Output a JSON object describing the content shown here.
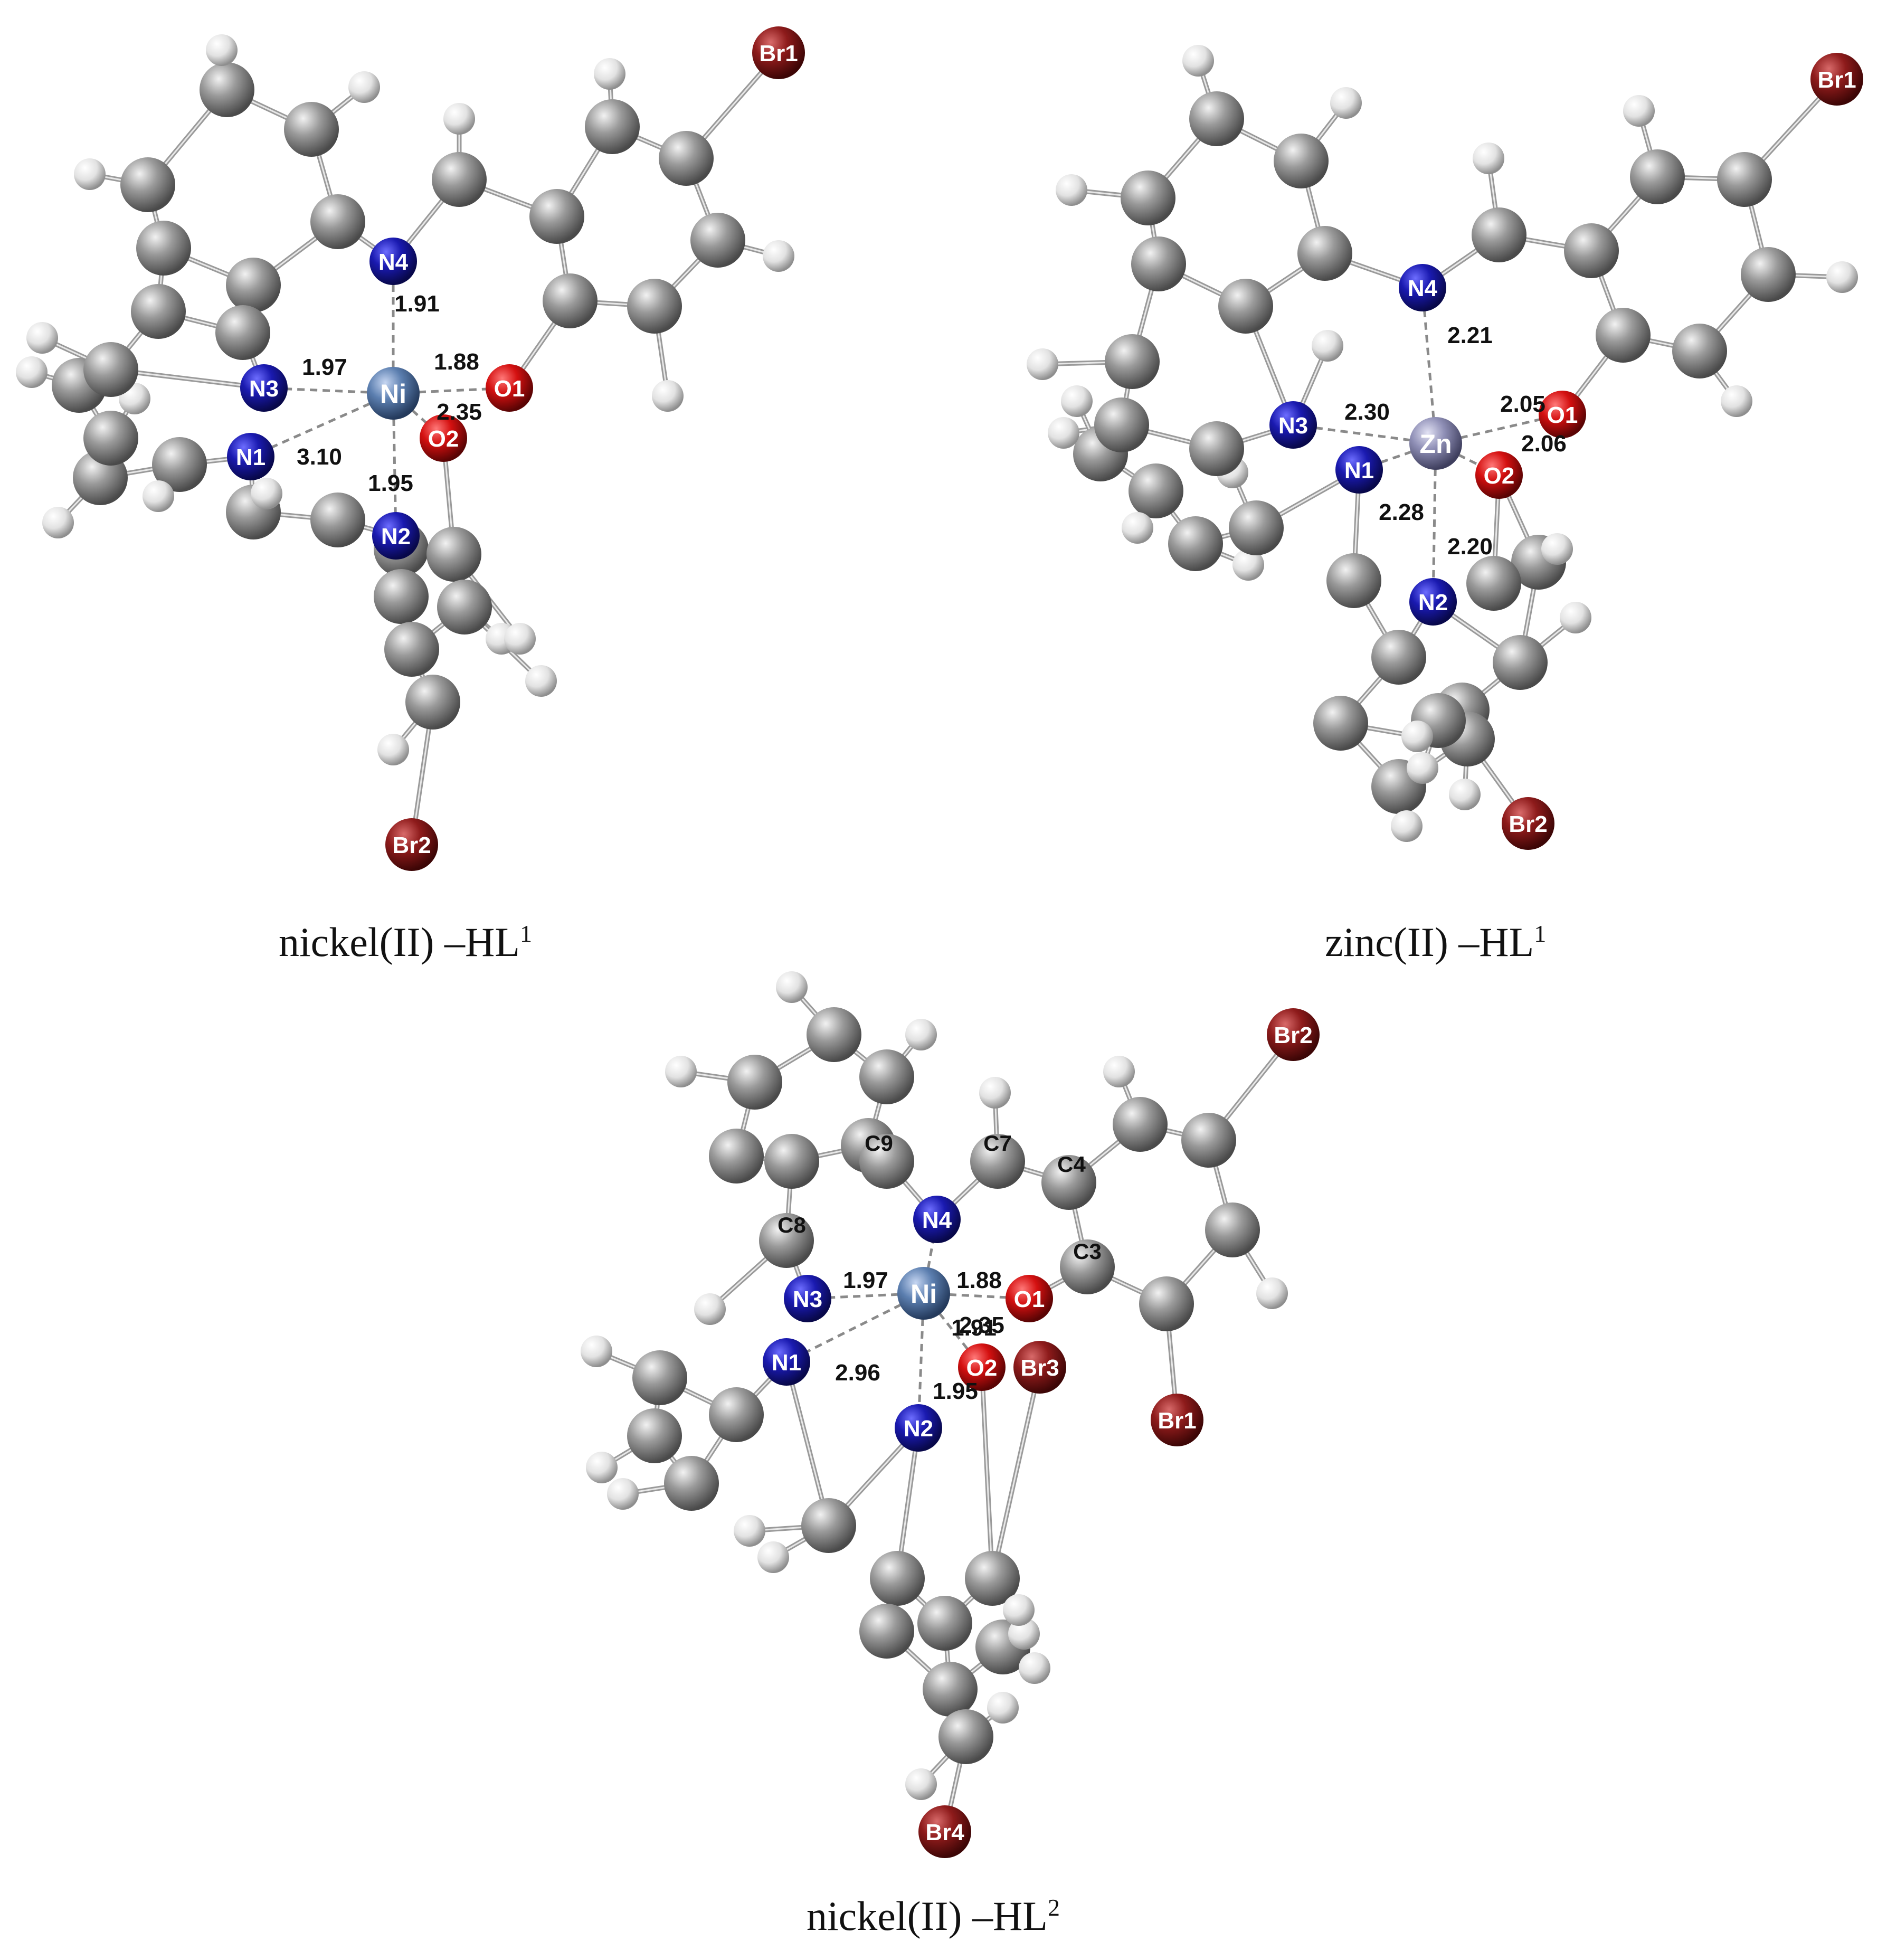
{
  "colors": {
    "carbon": "#8a8a8a",
    "hydrogen": "#e6e6e6",
    "nitrogen": "#1a1aa6",
    "oxygen": "#d01515",
    "bromine": "#8b1a1a",
    "nickel": "#5c7fb0",
    "zinc": "#8f8fb6"
  },
  "panels": [
    {
      "caption": {
        "text": "nickel(II) –HL",
        "sup": "1"
      },
      "metal_label": "Ni",
      "atom_labels": {
        "N1": "N1",
        "N2": "N2",
        "N3": "N3",
        "N4": "N4",
        "O1": "O1",
        "O2": "O2",
        "Br1": "Br1",
        "Br2": "Br2"
      },
      "distances": {
        "M_N4": "1.91",
        "M_N3": "1.97",
        "M_O1": "1.88",
        "M_O2": "2.35",
        "M_N1": "3.10",
        "M_N2": "1.95"
      }
    },
    {
      "caption": {
        "text": "zinc(II) –HL",
        "sup": "1"
      },
      "metal_label": "Zn",
      "atom_labels": {
        "N1": "N1",
        "N2": "N2",
        "N3": "N3",
        "N4": "N4",
        "O1": "O1",
        "O2": "O2",
        "Br1": "Br1",
        "Br2": "Br2"
      },
      "distances": {
        "M_N4": "2.21",
        "M_N3": "2.30",
        "M_O1": "2.05",
        "M_O2": "2.06",
        "M_N1": "2.28",
        "M_N2": "2.20"
      }
    },
    {
      "caption": {
        "text": "nickel(II) –HL",
        "sup": "2"
      },
      "metal_label": "Ni",
      "atom_labels": {
        "N1": "N1",
        "N2": "N2",
        "N3": "N3",
        "N4": "N4",
        "O1": "O1",
        "O2": "O2",
        "Br1": "Br1",
        "Br2": "Br2",
        "Br3": "Br3",
        "Br4": "Br4"
      },
      "carbon_labels": {
        "C3": "C3",
        "C4": "C4",
        "C7": "C7",
        "C8": "C8",
        "C9": "C9"
      },
      "distances": {
        "M_N4": "1.91",
        "M_N3": "1.97",
        "M_O1": "1.88",
        "M_O2": "2.35",
        "M_N1": "2.96",
        "M_N2": "1.95"
      }
    }
  ]
}
